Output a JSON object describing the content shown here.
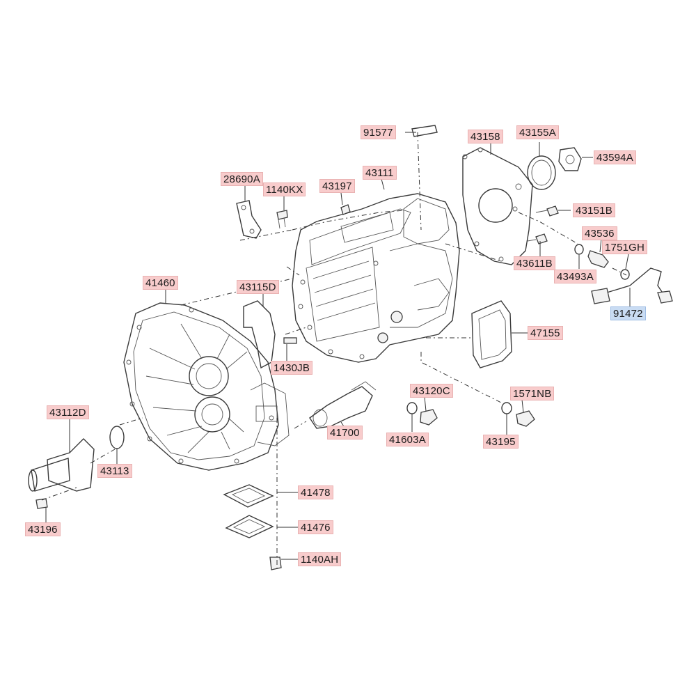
{
  "parts": [
    {
      "id": "91577",
      "selected": false
    },
    {
      "id": "43158",
      "selected": false
    },
    {
      "id": "43155A",
      "selected": false
    },
    {
      "id": "43594A",
      "selected": false
    },
    {
      "id": "43111",
      "selected": false
    },
    {
      "id": "28690A",
      "selected": false
    },
    {
      "id": "1140KX",
      "selected": false
    },
    {
      "id": "43197",
      "selected": false
    },
    {
      "id": "43151B",
      "selected": false
    },
    {
      "id": "43536",
      "selected": false
    },
    {
      "id": "1751GH",
      "selected": false
    },
    {
      "id": "43611B",
      "selected": false
    },
    {
      "id": "43493A",
      "selected": false
    },
    {
      "id": "91472",
      "selected": true
    },
    {
      "id": "41460",
      "selected": false
    },
    {
      "id": "43115D",
      "selected": false
    },
    {
      "id": "47155",
      "selected": false
    },
    {
      "id": "1430JB",
      "selected": false
    },
    {
      "id": "43120C",
      "selected": false
    },
    {
      "id": "1571NB",
      "selected": false
    },
    {
      "id": "43112D",
      "selected": false
    },
    {
      "id": "41700",
      "selected": false
    },
    {
      "id": "41603A",
      "selected": false
    },
    {
      "id": "43195",
      "selected": false
    },
    {
      "id": "43113",
      "selected": false
    },
    {
      "id": "41478",
      "selected": false
    },
    {
      "id": "43196",
      "selected": false
    },
    {
      "id": "41476",
      "selected": false
    },
    {
      "id": "1140AH",
      "selected": false
    }
  ],
  "colors": {
    "label_bg": "#f8cccc",
    "label_selected_bg": "#c9dcf3"
  }
}
